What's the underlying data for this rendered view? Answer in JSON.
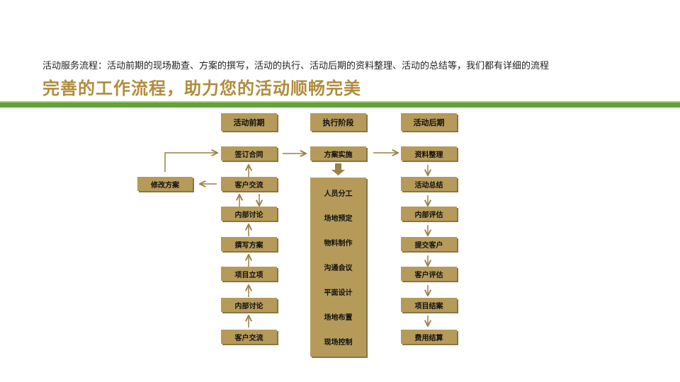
{
  "intro_text": "活动服务流程：活动前期的现场勘查、方案的撰写，活动的执行、活动后期的资料整理、活动的总结等，我们都有详细的流程",
  "headline": "完善的工作流程，助力您的活动顺畅完美",
  "colors": {
    "box": "#b59a5a",
    "box_shadow": "#8a7542",
    "arrow": "#9a8145",
    "headline": "#b08c3c",
    "green_band": "#5fa33a",
    "green_light": "#a8cf6a"
  },
  "columns": {
    "pre": {
      "header": "活动前期",
      "steps": [
        "签订合同",
        "客户交流",
        "内部讨论",
        "撰写方案",
        "项目立项",
        "内部讨论",
        "客户交流"
      ]
    },
    "exec": {
      "header": "执行阶段",
      "lead": "方案实施",
      "tasks": [
        "人员分工",
        "场地预定",
        "物料制作",
        "沟通会议",
        "平面设计",
        "场地布置",
        "现场控制"
      ]
    },
    "post": {
      "header": "活动后期",
      "steps": [
        "资料整理",
        "活动总结",
        "内部评估",
        "提交客户",
        "客户评估",
        "项目结案",
        "费用结算"
      ]
    }
  },
  "revise": "修改方案"
}
